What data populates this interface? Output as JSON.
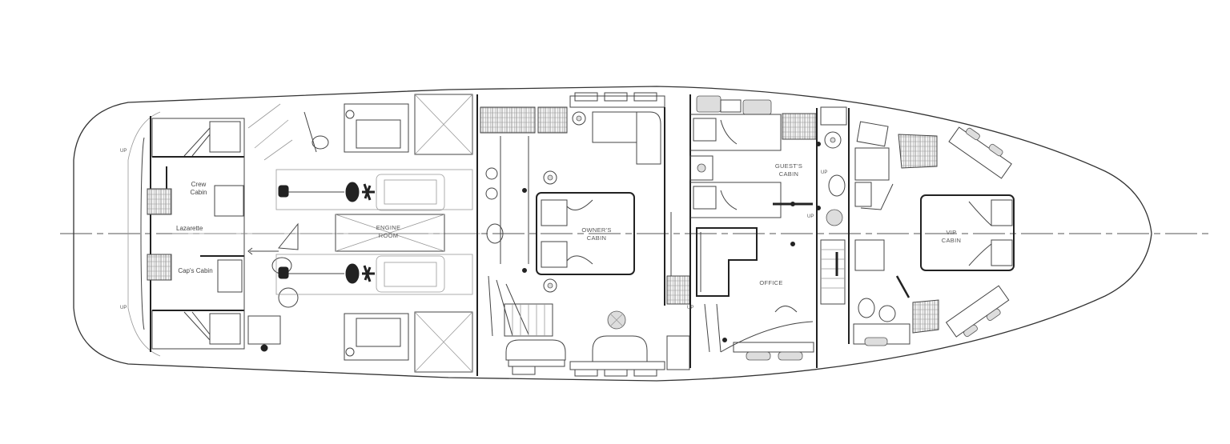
{
  "diagram": {
    "type": "yacht-lower-deck-plan",
    "rooms": [
      {
        "id": "crew-cabin",
        "label": "Crew\nCabin"
      },
      {
        "id": "lazarette",
        "label": "Lazarette"
      },
      {
        "id": "captains-cabin",
        "label": "Cap's Cabin"
      },
      {
        "id": "engine-room",
        "label": "ENGINE\nROOM"
      },
      {
        "id": "owners-cabin",
        "label": "OWNER'S\nCABIN"
      },
      {
        "id": "guests-cabin",
        "label": "GUEST'S\nCABIN"
      },
      {
        "id": "office",
        "label": "OFFICE"
      },
      {
        "id": "vip-cabin",
        "label": "VIP\nCABIN"
      }
    ],
    "markers": {
      "up_label": "UP"
    },
    "colors": {
      "background": "#ffffff",
      "line": "#222222",
      "hull": "#333333",
      "fixture_fill": "#dddddd"
    }
  }
}
